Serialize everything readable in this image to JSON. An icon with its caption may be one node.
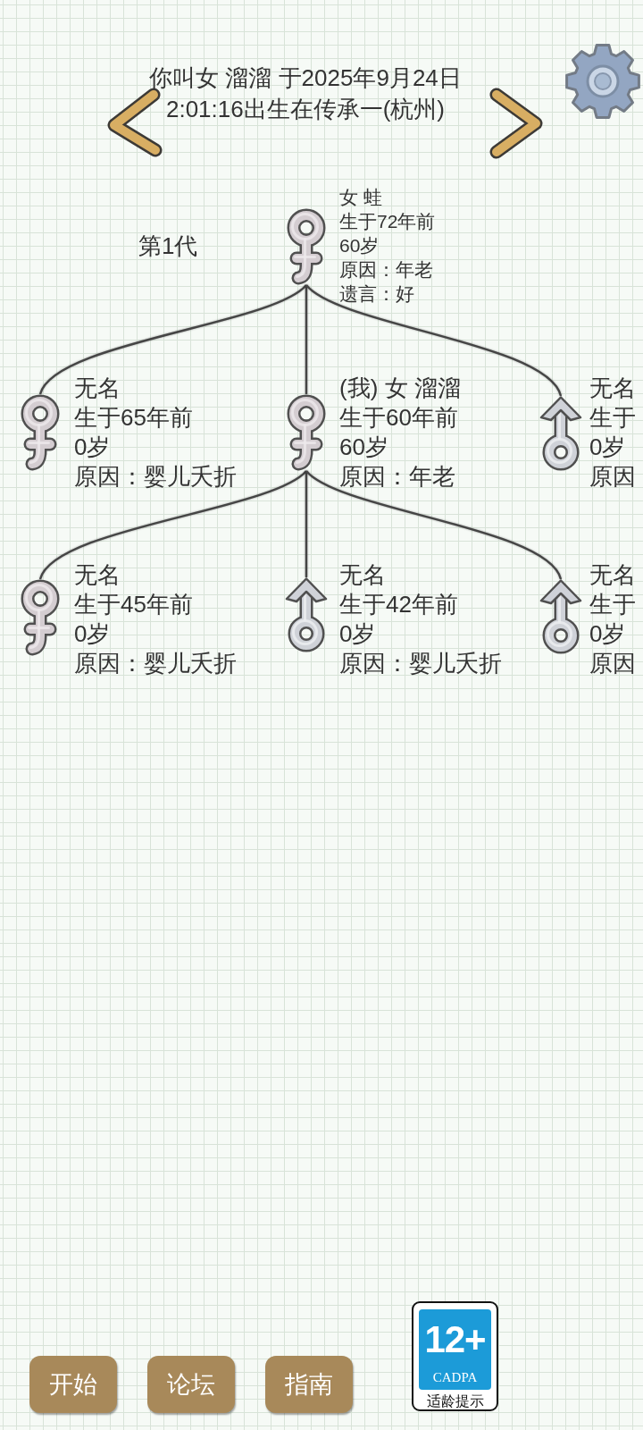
{
  "diagram": {
    "title": "你叫女 溜溜 于2025年9月24日2:01:16出生在传承一(杭州)",
    "nodes": [
      {
        "text": [],
        "shape": "female",
        "beside": [
          "女 蛙",
          "生于72年前",
          "60岁",
          "原因：年老",
          "遗言：好"
        ]
      },
      {
        "text": [],
        "shape": "female",
        "beside": [
          "无名",
          "生于65年前",
          "0岁",
          "原因：婴儿夭折"
        ]
      },
      {
        "text": [],
        "shape": "female",
        "beside": [
          "(我) 女 溜溜",
          "生于60年前",
          "60岁",
          "原因：年老"
        ]
      },
      {
        "text": [],
        "shape": "male",
        "beside": [
          "无名",
          "生于",
          "0岁",
          "原因"
        ]
      },
      {
        "text": [],
        "shape": "female",
        "beside": [
          "无名",
          "生于45年前",
          "0岁",
          "原因：婴儿夭折"
        ]
      },
      {
        "text": [],
        "shape": "male",
        "beside": [
          "无名",
          "生于42年前",
          "0岁",
          "原因：婴儿夭折"
        ]
      },
      {
        "text": [],
        "shape": "male",
        "beside": [
          "无名",
          "生于",
          "0岁",
          "原因"
        ]
      }
    ],
    "edges": [
      {
        "from": 0,
        "to": 1,
        "arrow": "none"
      },
      {
        "from": 0,
        "to": 2,
        "arrow": "none"
      },
      {
        "from": 0,
        "to": 3,
        "arrow": "none"
      },
      {
        "from": 2,
        "to": 4,
        "arrow": "none"
      },
      {
        "from": 2,
        "to": 5,
        "arrow": "none"
      },
      {
        "from": 2,
        "to": 6,
        "arrow": "none"
      }
    ],
    "labels": [
      "第1代",
      "开始",
      "论坛",
      "指南",
      "12+",
      "CADPA",
      "适龄提示"
    ]
  }
}
